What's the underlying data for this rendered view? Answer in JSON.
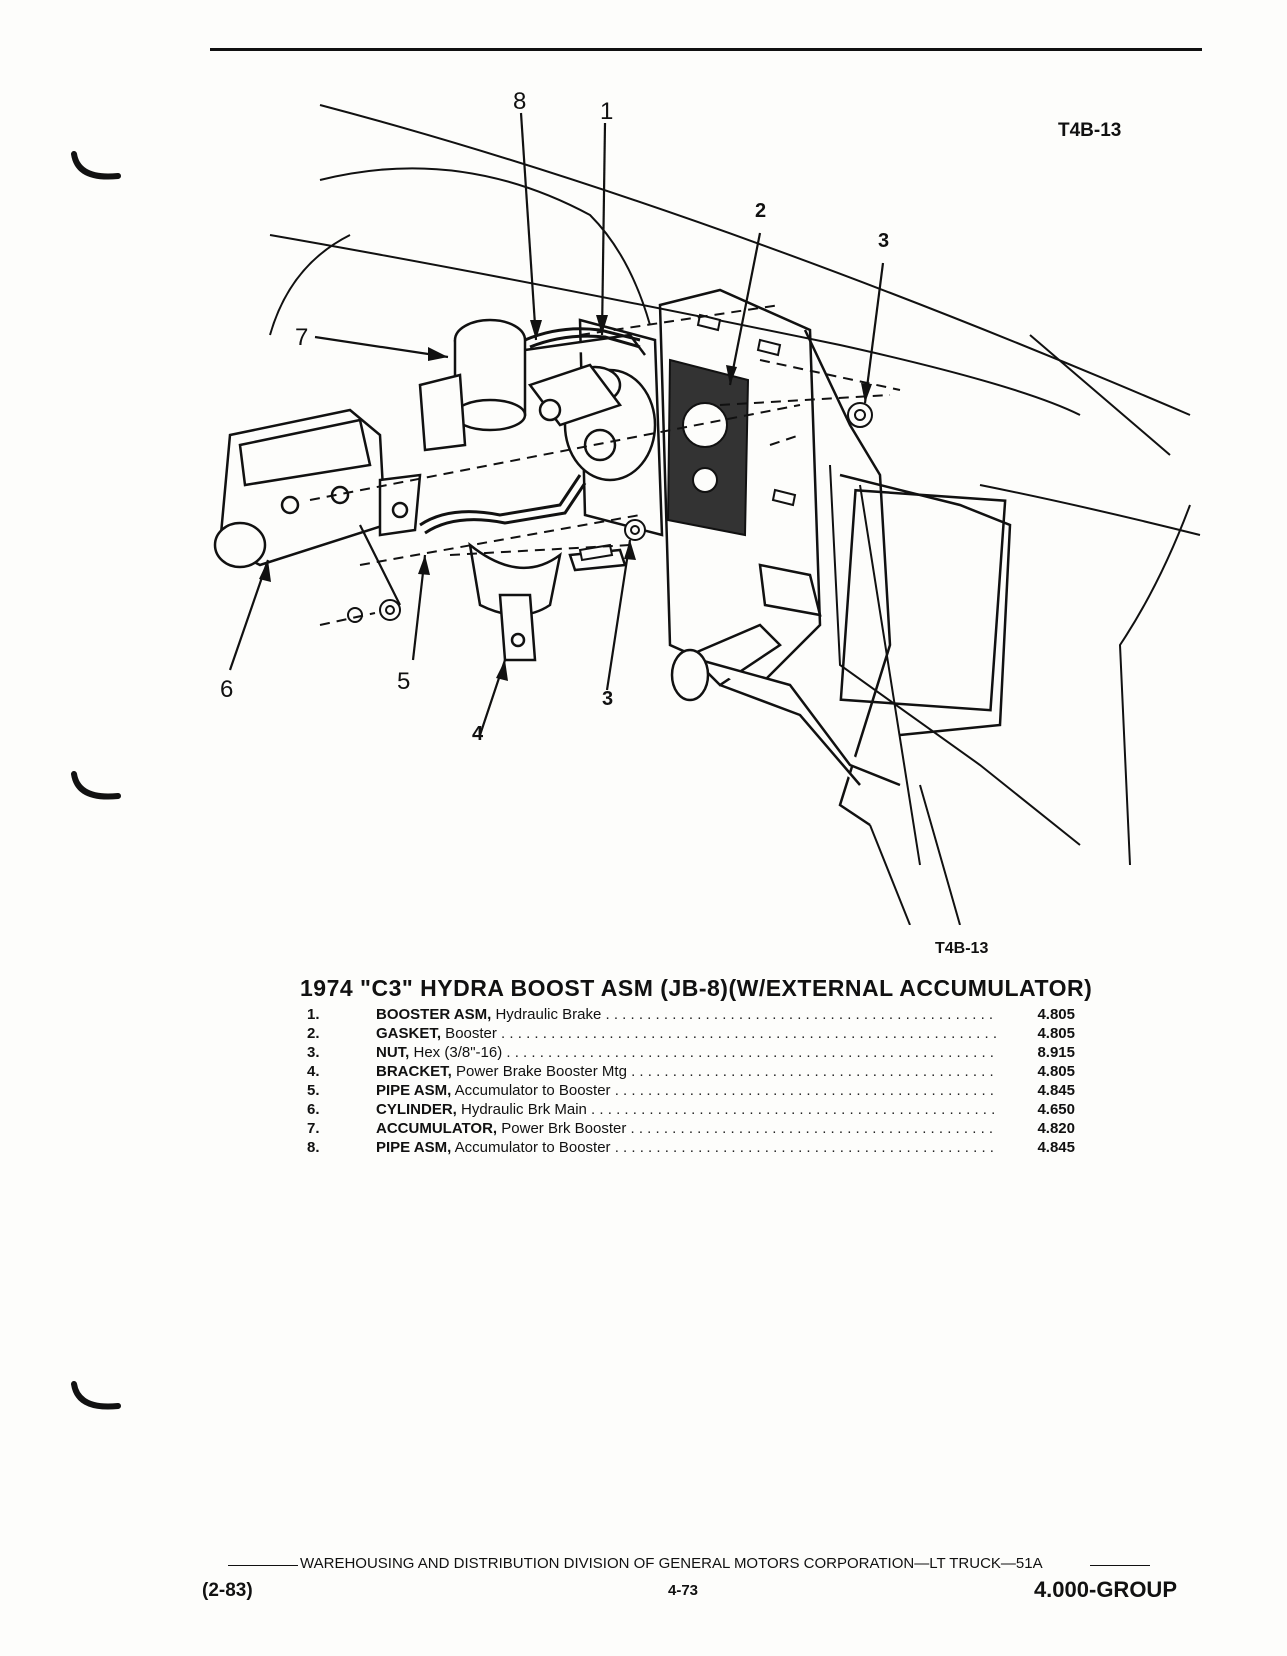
{
  "header": {
    "figure_code": "T4B-13"
  },
  "diagram": {
    "callouts": [
      "8",
      "1",
      "2",
      "3",
      "7",
      "6",
      "5",
      "4",
      "3"
    ],
    "figure_code": "T4B-13"
  },
  "section": {
    "title": "1974 \"C3\" HYDRA BOOST ASM (JB-8)(W/EXTERNAL ACCUMULATOR)"
  },
  "parts": [
    {
      "no": "1.",
      "name": "BOOSTER ASM,",
      "desc": " Hydraulic Brake",
      "group": "4.805"
    },
    {
      "no": "2.",
      "name": "GASKET,",
      "desc": " Booster",
      "group": "4.805"
    },
    {
      "no": "3.",
      "name": "NUT,",
      "desc": " Hex (3/8\"-16)",
      "group": "8.915"
    },
    {
      "no": "4.",
      "name": "BRACKET,",
      "desc": " Power Brake Booster Mtg",
      "group": "4.805"
    },
    {
      "no": "5.",
      "name": "PIPE ASM,",
      "desc": " Accumulator to Booster",
      "group": "4.845"
    },
    {
      "no": "6.",
      "name": "CYLINDER,",
      "desc": " Hydraulic Brk Main",
      "group": "4.650"
    },
    {
      "no": "7.",
      "name": "ACCUMULATOR,",
      "desc": " Power Brk Booster",
      "group": "4.820"
    },
    {
      "no": "8.",
      "name": "PIPE ASM,",
      "desc": " Accumulator to Booster",
      "group": "4.845"
    }
  ],
  "footer": {
    "publisher": "WAREHOUSING AND DISTRIBUTION  DIVISION OF GENERAL MOTORS CORPORATION—LT TRUCK—51A",
    "date_code": "(2-83)",
    "page_no": "4-73",
    "group": "4.000-GROUP"
  }
}
